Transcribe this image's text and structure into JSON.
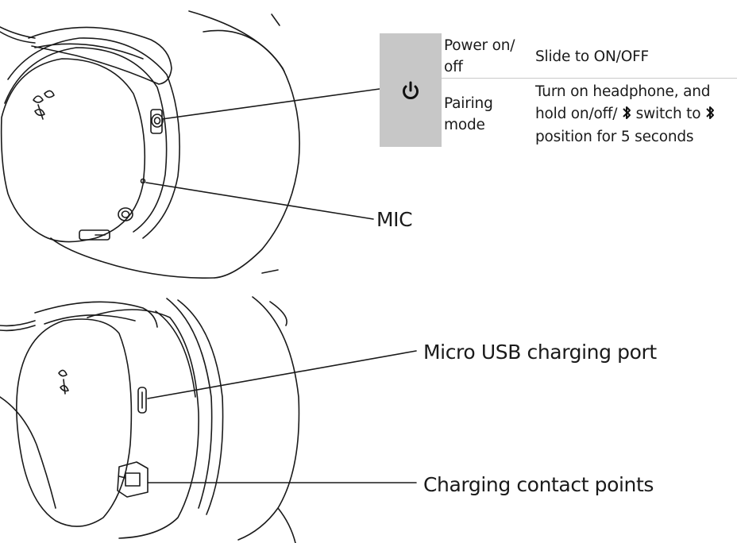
{
  "callouts": {
    "mic": "MIC",
    "micro_usb": "Micro USB charging port",
    "charging_contacts": "Charging contact points"
  },
  "table": {
    "icon": "power-icon",
    "rows": [
      {
        "mode_line1": "Power on/",
        "mode_line2": "off",
        "action_line1": "Slide to ON/OFF"
      },
      {
        "mode_line1": "Pairing",
        "mode_line2": "mode",
        "action_line1": "Turn on headphone, and",
        "action_line2a": "hold on/off/ ",
        "action_line2b": " switch to ",
        "action_line3": "position for 5 seconds",
        "bluetooth_icon": "bluetooth-icon"
      }
    ]
  },
  "colors": {
    "key_box": "#c7c7c7",
    "line": "#1a1a1a"
  }
}
